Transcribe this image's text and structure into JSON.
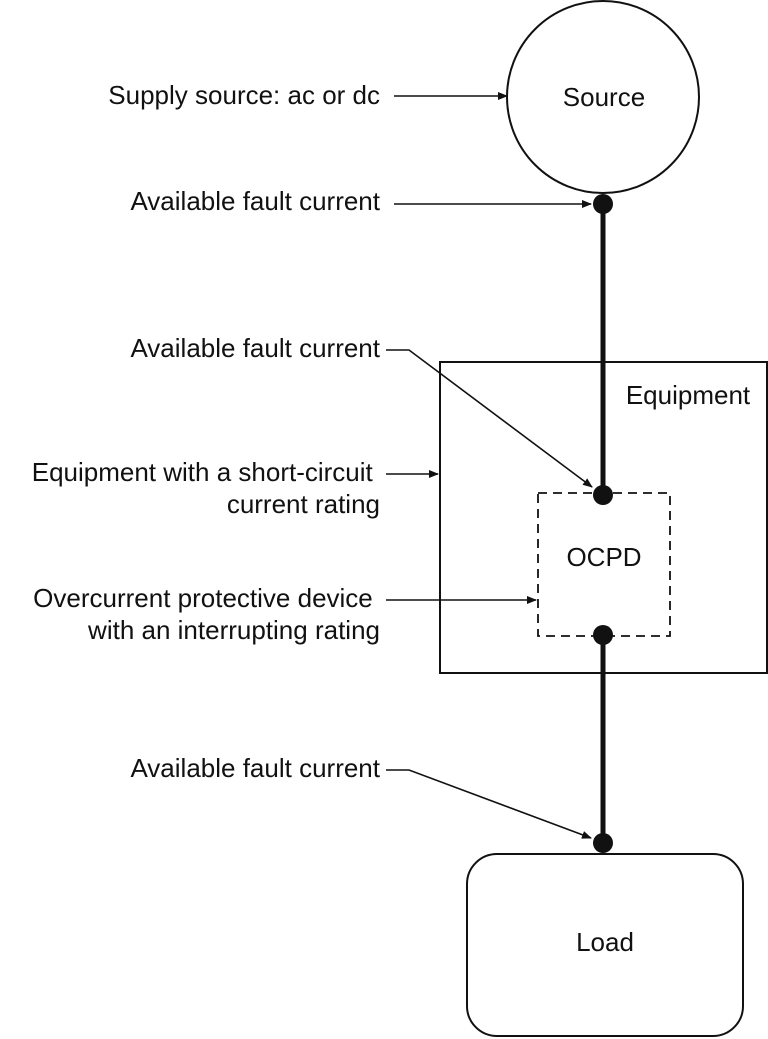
{
  "diagram": {
    "source_label": "Source",
    "equipment_label": "Equipment",
    "ocpd_label": "OCPD",
    "load_label": "Load",
    "callouts": {
      "supply_source": "Supply source: ac or dc",
      "fault_current_source": "Available fault current",
      "fault_current_equipment": "Available fault current",
      "equipment_sccr": [
        "Equipment with a short-circuit",
        "current rating"
      ],
      "ocpd_rating": [
        "Overcurrent protective device",
        "with an interrupting rating"
      ],
      "fault_current_load": "Available fault current"
    }
  },
  "colors": {
    "ink": "#111111",
    "background": "#ffffff"
  }
}
